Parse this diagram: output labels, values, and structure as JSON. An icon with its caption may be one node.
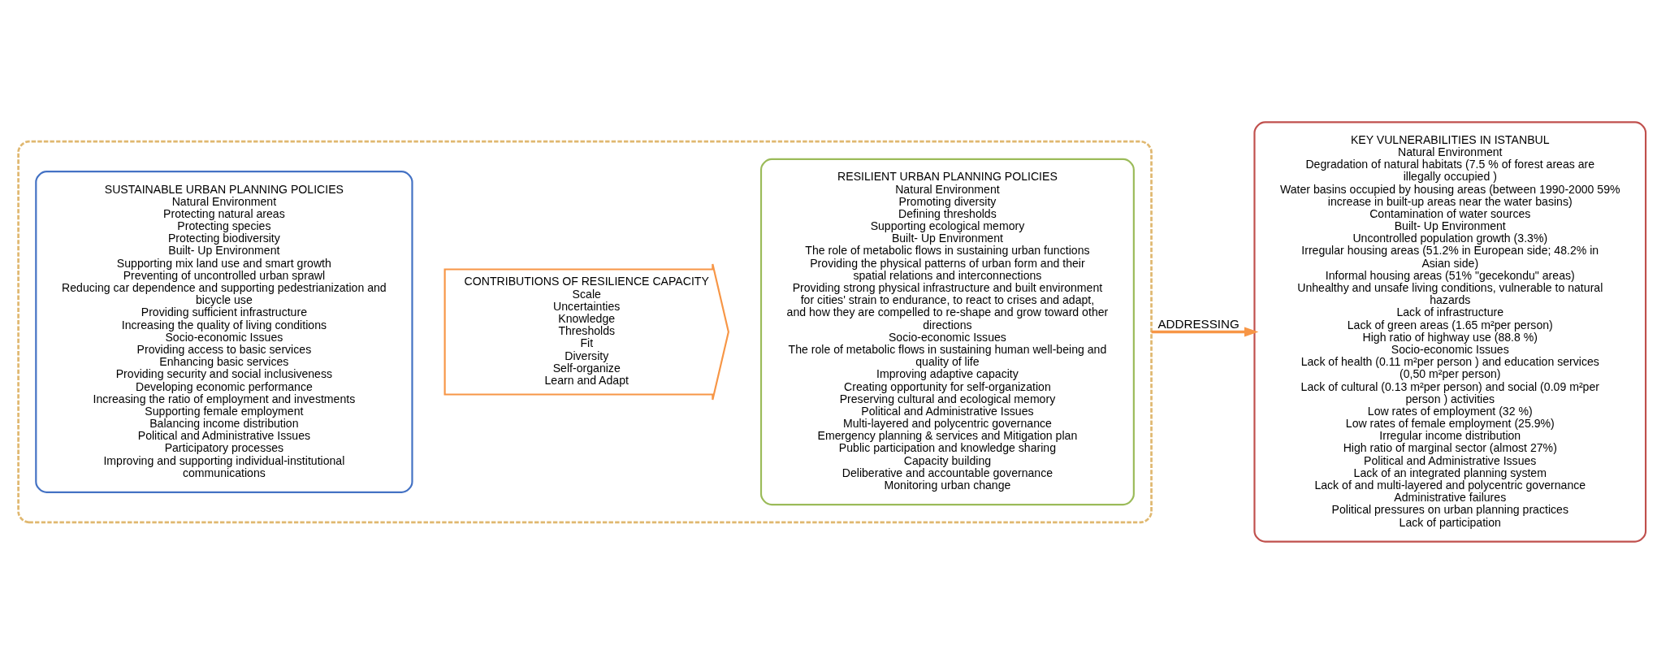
{
  "diagram": {
    "nodes": [
      {
        "text": [],
        "shape": "box"
      },
      {
        "text": [
          "SUSTAINABLE URBAN PLANNING POLICIES",
          "Natural Environment",
          "Protecting natural areas",
          "Protecting species",
          "Protecting biodiversity",
          "Built- Up Environment",
          "Supporting mix land use and smart growth",
          "Preventing of uncontrolled urban sprawl",
          "Reducing car dependence and supporting pedestrianization and bicycle use",
          "Providing sufficient infrastructure",
          "Increasing the quality of living conditions",
          "Socio-economic Issues",
          "Providing access to basic services",
          "Enhancing basic services",
          "Providing security and social inclusiveness",
          "Developing economic performance",
          "Increasing the ratio of employment and investments",
          "Supporting female employment",
          "Balancing income distribution",
          "Political and Administrative Issues",
          "Participatory processes",
          "Improving and supporting individual-institutional communications"
        ],
        "in": 0
      },
      {
        "text": [
          "CONTRIBUTIONS OF RESILIENCE CAPACITY",
          "Scale",
          "Uncertainties",
          "Knowledge",
          "Thresholds",
          "Fit",
          "Diversity",
          "Self-organize",
          "Learn and Adapt"
        ],
        "in": 0
      },
      {
        "text": [
          "RESILIENT URBAN PLANNING POLICIES",
          "Natural Environment",
          "Promoting diversity",
          "Defining thresholds",
          "Supporting ecological memory",
          "Built- Up Environment",
          "The role of metabolic flows in sustaining urban functions",
          "Providing the physical patterns of urban form and their spatial relations and interconnections",
          "Providing strong physical infrastructure and built environment for cities' strain to endurance, to react to crises and adapt, and how they are compelled to re-shape and grow toward other directions",
          "Socio-economic Issues",
          "The role of metabolic flows in sustaining human well-being and quality of life",
          "Improving adaptive capacity",
          "Creating opportunity for self-organization",
          "Preserving cultural and ecological memory",
          "Political and Administrative Issues",
          "Multi-layered and polycentric governance",
          "Emergency planning & services and Mitigation plan",
          "Public participation and knowledge sharing",
          "Capacity building",
          "Deliberative and accountable governance",
          "Monitoring urban change"
        ],
        "in": 0
      },
      {
        "text": [
          "KEY VULNERABILITIES IN ISTANBUL",
          "Natural Environment",
          "Degradation of natural habitats (7.5 % of forest areas are illegally occupied )",
          "Water basins occupied by housing areas (between 1990-2000 59% increase in built-up areas near the water basins)",
          "Contamination of water sources",
          "Built- Up Environment",
          "Uncontrolled population growth (3.3%)",
          "Irregular housing areas (51.2% in European side; 48.2% in Asian side)",
          "Informal housing areas (51% \"gecekondu\" areas)",
          "Unhealthy and unsafe living conditions, vulnerable to natural hazards",
          "Lack of infrastructure",
          "Lack of green areas (1.65 m²per person)",
          "High ratio of highway use (88.8 %)",
          "Socio-economic Issues",
          "Lack of health (0.11 m²per person ) and education services (0,50 m²per person)",
          "Lack of cultural (0.13 m²per person) and social (0.09 m²per person ) activities",
          "Low rates of employment (32 %)",
          "Low rates of female employment (25.9%)",
          "Irregular income distribution",
          "High ratio of marginal sector (almost 27%)",
          "Political and Administrative Issues",
          "Lack of an integrated planning system",
          "Lack of and multi-layered and polycentric governance",
          "Administrative failures",
          "Political pressures on urban planning practices",
          "Lack of participation"
        ]
      }
    ],
    "edges": [
      {
        "from": 0,
        "to": 4,
        "arrow": "to",
        "label": "ADDRESSING"
      }
    ]
  }
}
